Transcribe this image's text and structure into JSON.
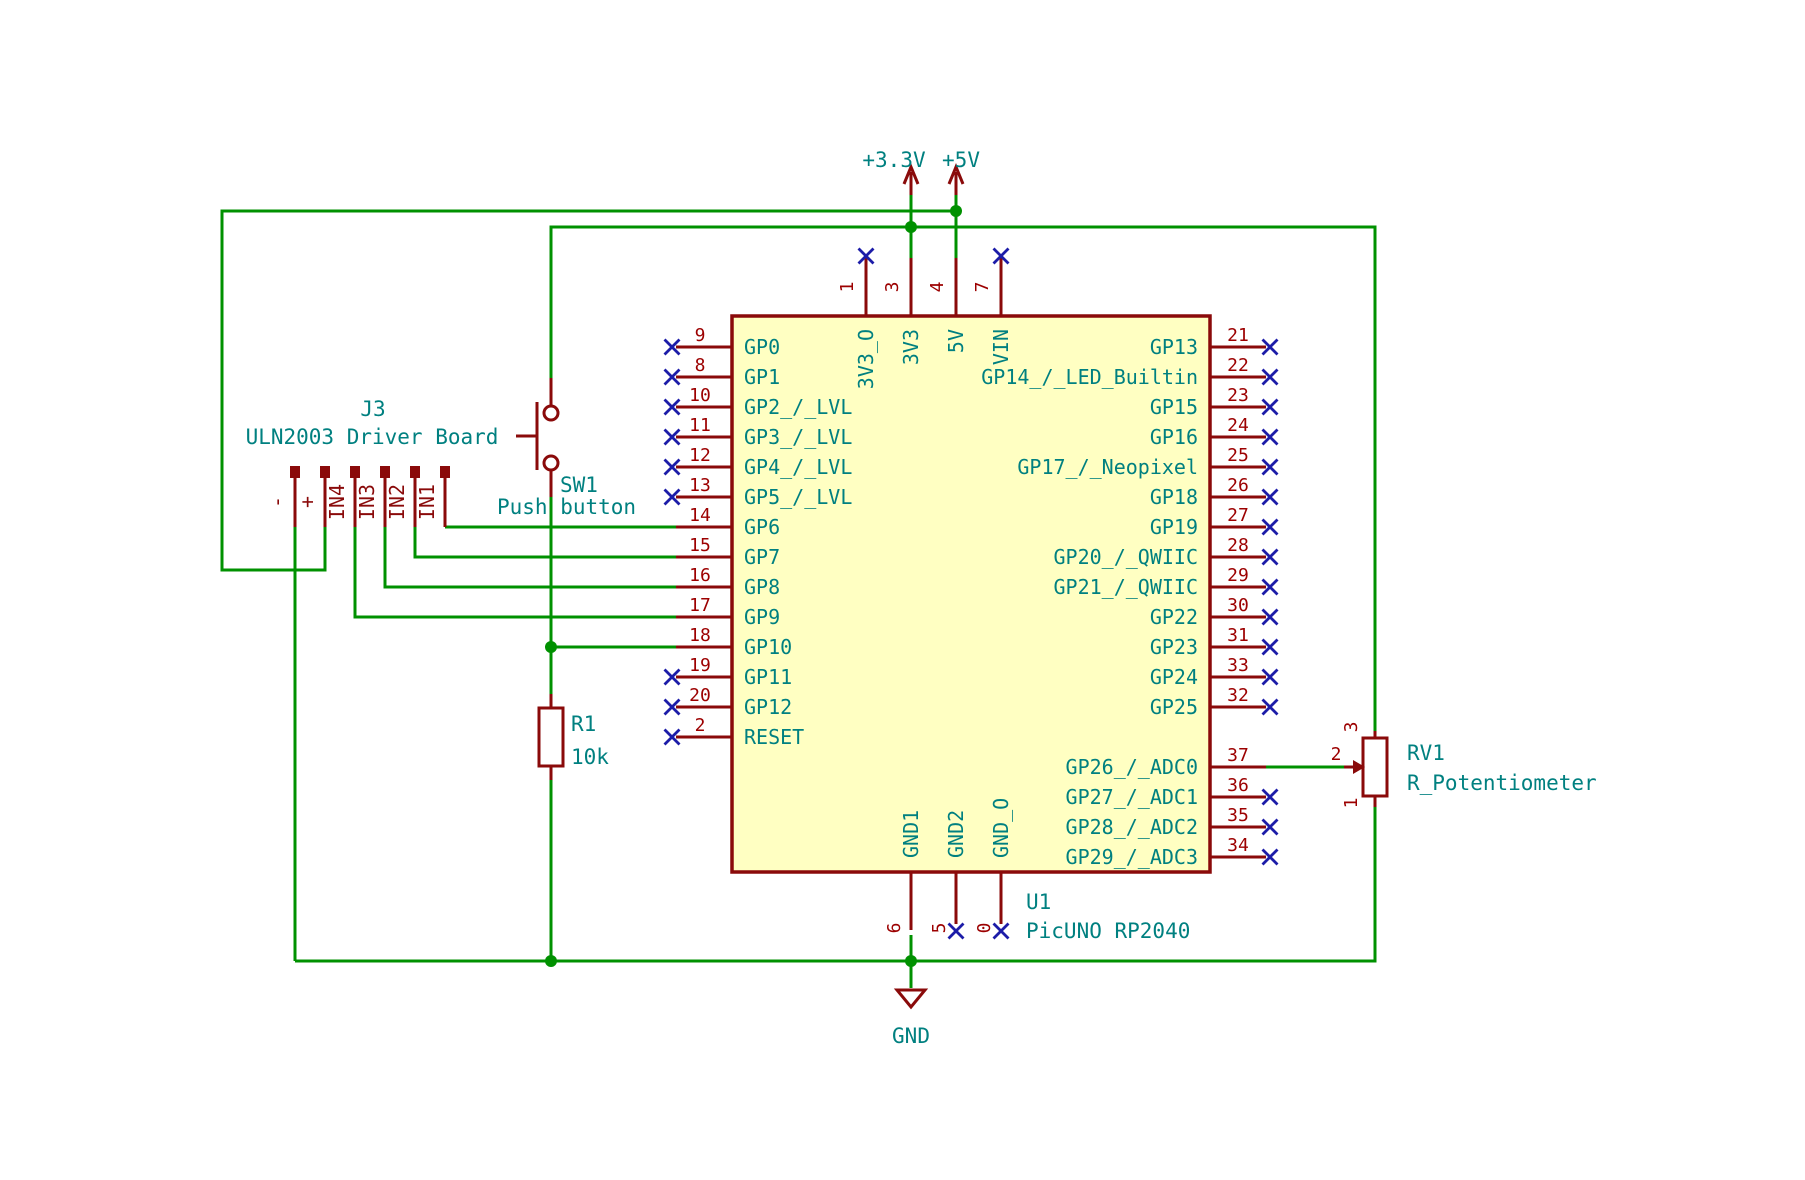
{
  "colors": {
    "wire_green": "#009100",
    "component_red": "#8a0a0a",
    "pin_number_red": "#9c0000",
    "label_teal": "#008080",
    "no_connect_blue": "#1c1ca8",
    "symbol_fill_yellow": "#ffffc2",
    "background": "#ffffff"
  },
  "power": {
    "plus33v": "+3.3V",
    "plus5v": "+5V",
    "gnd": "GND"
  },
  "u1": {
    "reference": "U1",
    "value": "PicUNO RP2040",
    "left_pins": [
      {
        "number": "9",
        "name": "GP0",
        "nc": true
      },
      {
        "number": "8",
        "name": "GP1",
        "nc": true
      },
      {
        "number": "10",
        "name": "GP2_/_LVL",
        "nc": true
      },
      {
        "number": "11",
        "name": "GP3_/_LVL",
        "nc": true
      },
      {
        "number": "12",
        "name": "GP4_/_LVL",
        "nc": true
      },
      {
        "number": "13",
        "name": "GP5_/_LVL",
        "nc": true
      },
      {
        "number": "14",
        "name": "GP6",
        "nc": false
      },
      {
        "number": "15",
        "name": "GP7",
        "nc": false
      },
      {
        "number": "16",
        "name": "GP8",
        "nc": false
      },
      {
        "number": "17",
        "name": "GP9",
        "nc": false
      },
      {
        "number": "18",
        "name": "GP10",
        "nc": false
      },
      {
        "number": "19",
        "name": "GP11",
        "nc": true
      },
      {
        "number": "20",
        "name": "GP12",
        "nc": true
      },
      {
        "number": "2",
        "name": "RESET",
        "nc": true
      }
    ],
    "right_pins": [
      {
        "number": "21",
        "name": "GP13",
        "nc": true
      },
      {
        "number": "22",
        "name": "GP14_/_LED_Builtin",
        "nc": true
      },
      {
        "number": "23",
        "name": "GP15",
        "nc": true
      },
      {
        "number": "24",
        "name": "GP16",
        "nc": true
      },
      {
        "number": "25",
        "name": "GP17_/_Neopixel",
        "nc": true
      },
      {
        "number": "26",
        "name": "GP18",
        "nc": true
      },
      {
        "number": "27",
        "name": "GP19",
        "nc": true
      },
      {
        "number": "28",
        "name": "GP20_/_QWIIC",
        "nc": true
      },
      {
        "number": "29",
        "name": "GP21_/_QWIIC",
        "nc": true
      },
      {
        "number": "30",
        "name": "GP22",
        "nc": true
      },
      {
        "number": "31",
        "name": "GP23",
        "nc": true
      },
      {
        "number": "33",
        "name": "GP24",
        "nc": true
      },
      {
        "number": "32",
        "name": "GP25",
        "nc": true
      },
      {
        "number": "37",
        "name": "GP26_/_ADC0",
        "nc": false
      },
      {
        "number": "36",
        "name": "GP27_/_ADC1",
        "nc": true
      },
      {
        "number": "35",
        "name": "GP28_/_ADC2",
        "nc": true
      },
      {
        "number": "34",
        "name": "GP29_/_ADC3",
        "nc": true
      }
    ],
    "top_pins": [
      {
        "number": "1",
        "name": "3V3_O",
        "nc": true
      },
      {
        "number": "3",
        "name": "3V3",
        "nc": false
      },
      {
        "number": "4",
        "name": "5V",
        "nc": false
      },
      {
        "number": "7",
        "name": "VIN",
        "nc": true
      }
    ],
    "bottom_pins": [
      {
        "number": "6",
        "name": "GND1",
        "nc": false
      },
      {
        "number": "5",
        "name": "GND2",
        "nc": true
      },
      {
        "number": "0",
        "name": "GND_O",
        "nc": true
      }
    ]
  },
  "j3": {
    "reference": "J3",
    "value": "ULN2003 Driver Board",
    "pin_labels": [
      "-",
      "+",
      "IN4",
      "IN3",
      "IN2",
      "IN1"
    ]
  },
  "sw1": {
    "reference": "SW1",
    "value": "Push button"
  },
  "r1": {
    "reference": "R1",
    "value": "10k"
  },
  "rv1": {
    "reference": "RV1",
    "value": "R_Potentiometer",
    "pin_numbers": [
      "3",
      "2",
      "1"
    ]
  }
}
